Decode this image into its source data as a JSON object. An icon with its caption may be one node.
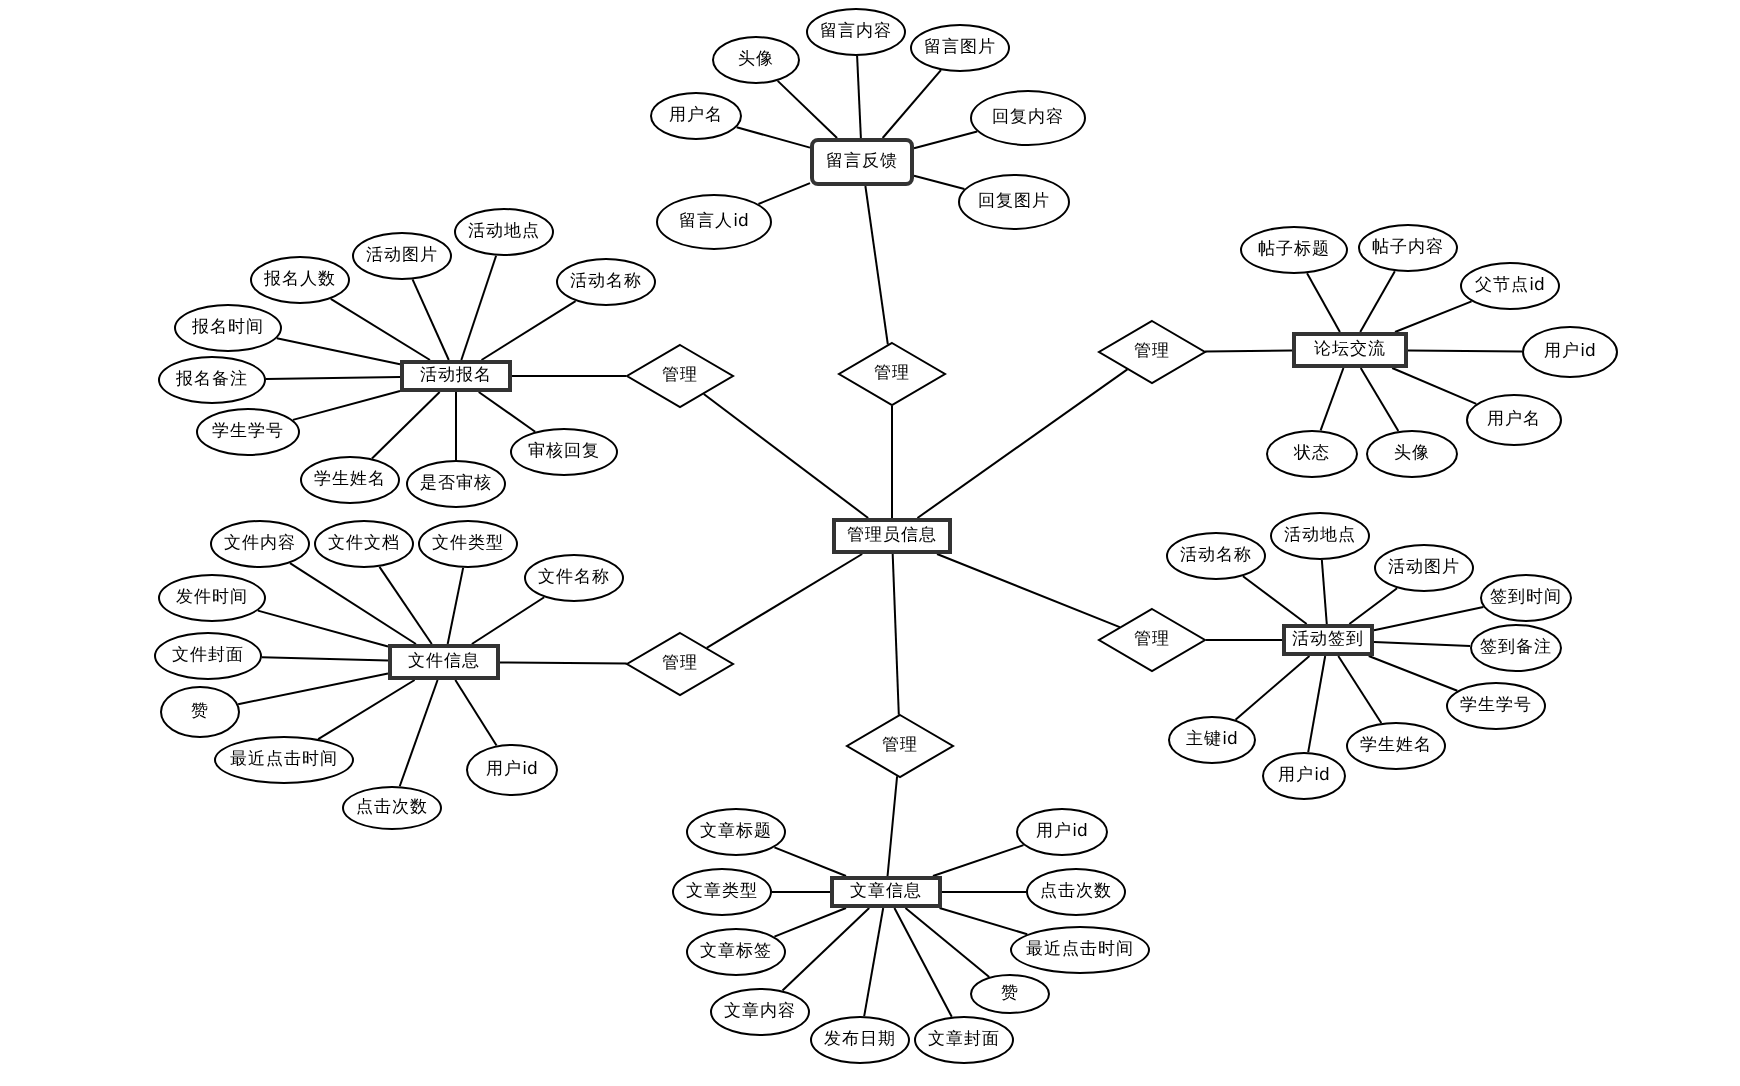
{
  "diagram": {
    "nodes": [
      {
        "text": [
          "留言反馈"
        ]
      },
      {
        "text": [
          "头像"
        ]
      },
      {
        "text": [
          "留言内容"
        ]
      },
      {
        "text": [
          "留言图片"
        ]
      },
      {
        "text": [
          "用户名"
        ]
      },
      {
        "text": [
          "回复内容"
        ]
      },
      {
        "text": [
          "回复图片"
        ]
      },
      {
        "text": [
          "留言人id"
        ]
      },
      {
        "text": [
          "管理"
        ]
      },
      {
        "text": [
          "活动报名"
        ]
      },
      {
        "text": [
          "报名人数"
        ]
      },
      {
        "text": [
          "活动图片"
        ]
      },
      {
        "text": [
          "活动地点"
        ]
      },
      {
        "text": [
          "活动名称"
        ]
      },
      {
        "text": [
          "报名时间"
        ]
      },
      {
        "text": [
          "报名备注"
        ]
      },
      {
        "text": [
          "学生学号"
        ]
      },
      {
        "text": [
          "学生姓名"
        ]
      },
      {
        "text": [
          "是否审核"
        ]
      },
      {
        "text": [
          "审核回复"
        ]
      },
      {
        "text": [
          "管理"
        ]
      },
      {
        "text": [
          "文件信息"
        ]
      },
      {
        "text": [
          "文件内容"
        ]
      },
      {
        "text": [
          "文件文档"
        ]
      },
      {
        "text": [
          "文件类型"
        ]
      },
      {
        "text": [
          "文件名称"
        ]
      },
      {
        "text": [
          "发件时间"
        ]
      },
      {
        "text": [
          "文件封面"
        ]
      },
      {
        "text": [
          "赞"
        ]
      },
      {
        "text": [
          "最近点击时间"
        ]
      },
      {
        "text": [
          "点击次数"
        ]
      },
      {
        "text": [
          "用户id"
        ]
      },
      {
        "text": [
          "管理"
        ]
      },
      {
        "text": [
          "论坛交流"
        ]
      },
      {
        "text": [
          "帖子标题"
        ]
      },
      {
        "text": [
          "帖子内容"
        ]
      },
      {
        "text": [
          "父节点id"
        ]
      },
      {
        "text": [
          "用户id"
        ]
      },
      {
        "text": [
          "用户名"
        ]
      },
      {
        "text": [
          "状态"
        ]
      },
      {
        "text": [
          "头像"
        ]
      },
      {
        "text": [
          "管理"
        ]
      },
      {
        "text": [
          "活动签到"
        ]
      },
      {
        "text": [
          "活动名称"
        ]
      },
      {
        "text": [
          "活动地点"
        ]
      },
      {
        "text": [
          "活动图片"
        ]
      },
      {
        "text": [
          "签到时间"
        ]
      },
      {
        "text": [
          "签到备注"
        ]
      },
      {
        "text": [
          "学生学号"
        ]
      },
      {
        "text": [
          "学生姓名"
        ]
      },
      {
        "text": [
          "用户id"
        ]
      },
      {
        "text": [
          "主键id"
        ]
      },
      {
        "text": [
          "管理"
        ]
      },
      {
        "text": [
          "管理员信息"
        ]
      },
      {
        "text": [
          "管理"
        ]
      },
      {
        "text": [
          "文章信息"
        ]
      },
      {
        "text": [
          "文章标题"
        ]
      },
      {
        "text": [
          "文章类型"
        ]
      },
      {
        "text": [
          "文章标签"
        ]
      },
      {
        "text": [
          "文章内容"
        ]
      },
      {
        "text": [
          "发布日期"
        ]
      },
      {
        "text": [
          "文章封面"
        ]
      },
      {
        "text": [
          "赞"
        ]
      },
      {
        "text": [
          "最近点击时间"
        ]
      },
      {
        "text": [
          "点击次数"
        ]
      },
      {
        "text": [
          "用户id"
        ]
      }
    ],
    "edges": [
      {
        "from": 0,
        "to": 1,
        "arrow": "none"
      },
      {
        "from": 0,
        "to": 2,
        "arrow": "none"
      },
      {
        "from": 0,
        "to": 3,
        "arrow": "none"
      },
      {
        "from": 0,
        "to": 4,
        "arrow": "none"
      },
      {
        "from": 0,
        "to": 5,
        "arrow": "none"
      },
      {
        "from": 0,
        "to": 6,
        "arrow": "none"
      },
      {
        "from": 0,
        "to": 7,
        "arrow": "none"
      },
      {
        "from": 0,
        "to": 8,
        "arrow": "none"
      },
      {
        "from": 8,
        "to": 53,
        "arrow": "none"
      },
      {
        "from": 9,
        "to": 10,
        "arrow": "none"
      },
      {
        "from": 9,
        "to": 11,
        "arrow": "none"
      },
      {
        "from": 9,
        "to": 12,
        "arrow": "none"
      },
      {
        "from": 9,
        "to": 13,
        "arrow": "none"
      },
      {
        "from": 9,
        "to": 14,
        "arrow": "none"
      },
      {
        "from": 9,
        "to": 15,
        "arrow": "none"
      },
      {
        "from": 9,
        "to": 16,
        "arrow": "none"
      },
      {
        "from": 9,
        "to": 17,
        "arrow": "none"
      },
      {
        "from": 9,
        "to": 18,
        "arrow": "none"
      },
      {
        "from": 9,
        "to": 19,
        "arrow": "none"
      },
      {
        "from": 9,
        "to": 20,
        "arrow": "none"
      },
      {
        "from": 20,
        "to": 53,
        "arrow": "none"
      },
      {
        "from": 21,
        "to": 22,
        "arrow": "none"
      },
      {
        "from": 21,
        "to": 23,
        "arrow": "none"
      },
      {
        "from": 21,
        "to": 24,
        "arrow": "none"
      },
      {
        "from": 21,
        "to": 25,
        "arrow": "none"
      },
      {
        "from": 21,
        "to": 26,
        "arrow": "none"
      },
      {
        "from": 21,
        "to": 27,
        "arrow": "none"
      },
      {
        "from": 21,
        "to": 28,
        "arrow": "none"
      },
      {
        "from": 21,
        "to": 29,
        "arrow": "none"
      },
      {
        "from": 21,
        "to": 30,
        "arrow": "none"
      },
      {
        "from": 21,
        "to": 31,
        "arrow": "none"
      },
      {
        "from": 21,
        "to": 32,
        "arrow": "none"
      },
      {
        "from": 32,
        "to": 53,
        "arrow": "none"
      },
      {
        "from": 33,
        "to": 34,
        "arrow": "none"
      },
      {
        "from": 33,
        "to": 35,
        "arrow": "none"
      },
      {
        "from": 33,
        "to": 36,
        "arrow": "none"
      },
      {
        "from": 33,
        "to": 37,
        "arrow": "none"
      },
      {
        "from": 33,
        "to": 38,
        "arrow": "none"
      },
      {
        "from": 33,
        "to": 39,
        "arrow": "none"
      },
      {
        "from": 33,
        "to": 40,
        "arrow": "none"
      },
      {
        "from": 33,
        "to": 41,
        "arrow": "none"
      },
      {
        "from": 41,
        "to": 53,
        "arrow": "none"
      },
      {
        "from": 42,
        "to": 43,
        "arrow": "none"
      },
      {
        "from": 42,
        "to": 44,
        "arrow": "none"
      },
      {
        "from": 42,
        "to": 45,
        "arrow": "none"
      },
      {
        "from": 42,
        "to": 46,
        "arrow": "none"
      },
      {
        "from": 42,
        "to": 47,
        "arrow": "none"
      },
      {
        "from": 42,
        "to": 48,
        "arrow": "none"
      },
      {
        "from": 42,
        "to": 49,
        "arrow": "none"
      },
      {
        "from": 42,
        "to": 50,
        "arrow": "none"
      },
      {
        "from": 42,
        "to": 51,
        "arrow": "none"
      },
      {
        "from": 42,
        "to": 52,
        "arrow": "none"
      },
      {
        "from": 52,
        "to": 53,
        "arrow": "none"
      },
      {
        "from": 53,
        "to": 54,
        "arrow": "none"
      },
      {
        "from": 54,
        "to": 55,
        "arrow": "none"
      },
      {
        "from": 55,
        "to": 56,
        "arrow": "none"
      },
      {
        "from": 55,
        "to": 57,
        "arrow": "none"
      },
      {
        "from": 55,
        "to": 58,
        "arrow": "none"
      },
      {
        "from": 55,
        "to": 59,
        "arrow": "none"
      },
      {
        "from": 55,
        "to": 60,
        "arrow": "none"
      },
      {
        "from": 55,
        "to": 61,
        "arrow": "none"
      },
      {
        "from": 55,
        "to": 62,
        "arrow": "none"
      },
      {
        "from": 55,
        "to": 63,
        "arrow": "none"
      },
      {
        "from": 55,
        "to": 64,
        "arrow": "none"
      },
      {
        "from": 55,
        "to": 65,
        "arrow": "none"
      }
    ]
  }
}
